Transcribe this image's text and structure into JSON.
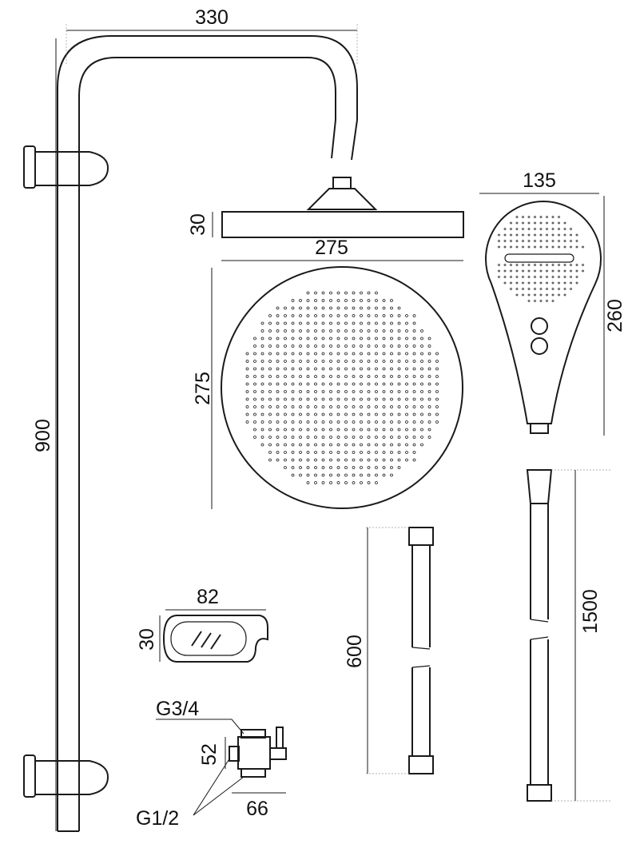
{
  "dimensions": {
    "arm_width": "330",
    "rail_height": "900",
    "head_thickness": "30",
    "head_width": "275",
    "head_depth": "275",
    "handshower_width": "135",
    "handshower_length": "260",
    "soap_dish_width": "82",
    "soap_dish_height": "30",
    "short_hose_length": "600",
    "long_hose_length": "1500",
    "diverter_height": "52",
    "diverter_width": "66"
  },
  "threads": {
    "inlet_top": "G3/4",
    "outlets": "G1/2"
  }
}
